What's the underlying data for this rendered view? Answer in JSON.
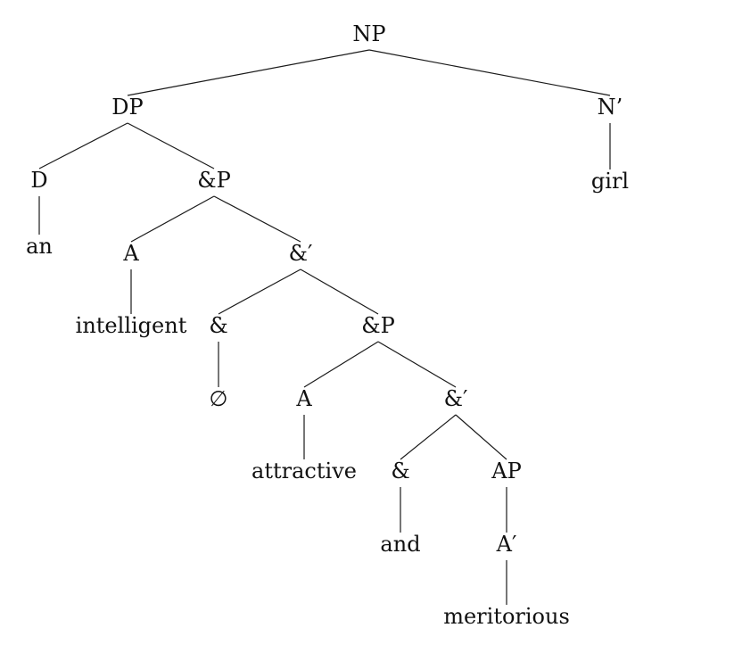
{
  "tree": {
    "label": "NP",
    "children": [
      {
        "label": "DP",
        "children": [
          {
            "label": "D",
            "children": [
              {
                "label": "an"
              }
            ]
          },
          {
            "label": "&P",
            "children": [
              {
                "label": "A",
                "children": [
                  {
                    "label": "intelligent"
                  }
                ]
              },
              {
                "label": "&′",
                "children": [
                  {
                    "label": "&",
                    "children": [
                      {
                        "label": "∅"
                      }
                    ]
                  },
                  {
                    "label": "&P",
                    "children": [
                      {
                        "label": "A",
                        "children": [
                          {
                            "label": "attractive"
                          }
                        ]
                      },
                      {
                        "label": "&′",
                        "children": [
                          {
                            "label": "&",
                            "children": [
                              {
                                "label": "and"
                              }
                            ]
                          },
                          {
                            "label": "AP",
                            "children": [
                              {
                                "label": "A′",
                                "children": [
                                  {
                                    "label": "meritorious"
                                  }
                                ]
                              }
                            ]
                          }
                        ]
                      }
                    ]
                  }
                ]
              }
            ]
          }
        ]
      },
      {
        "label": "N’",
        "children": [
          {
            "label": "girl"
          }
        ]
      }
    ]
  }
}
